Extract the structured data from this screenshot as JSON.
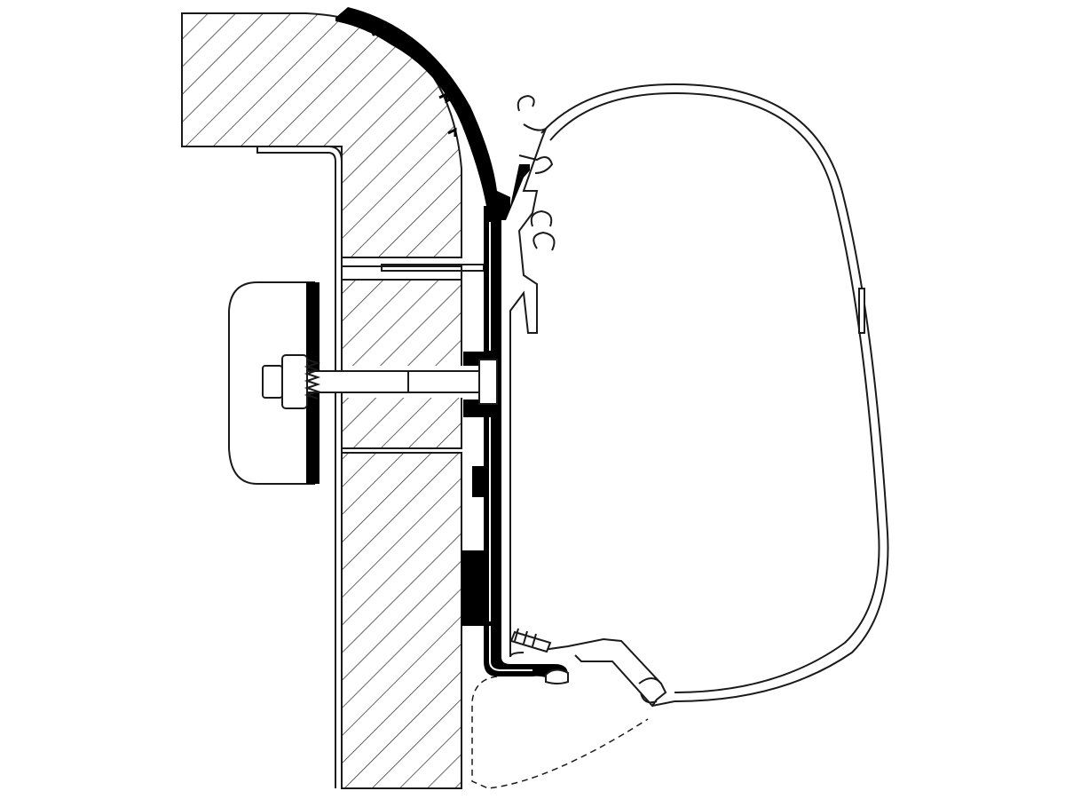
{
  "diagram": {
    "colors": {
      "background": "#ffffff",
      "line": "#1a1a1a",
      "profile_fill": "#000000",
      "hatch": "#222222"
    },
    "parts": [
      {
        "name": "wall-section",
        "style": "hatched"
      },
      {
        "name": "roof-section",
        "style": "hatched"
      },
      {
        "name": "awning-adapter-profile",
        "style": "solid-black"
      },
      {
        "name": "rubber-seal",
        "style": "solid-black"
      },
      {
        "name": "awning-cassette",
        "style": "outline"
      },
      {
        "name": "mounting-bolt",
        "style": "outline"
      },
      {
        "name": "backing-plate",
        "style": "outline"
      },
      {
        "name": "hidden-outline",
        "style": "dashed"
      }
    ]
  }
}
